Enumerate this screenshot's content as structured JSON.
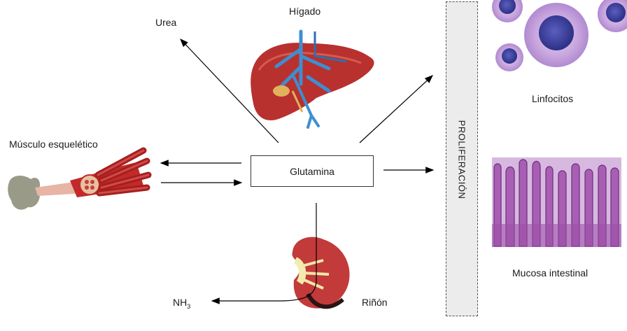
{
  "labels": {
    "higado": "Hígado",
    "urea": "Urea",
    "linfocitos": "Linfocitos",
    "musculo": "Músculo esquelético",
    "glutamina": "Glutamina",
    "proliferacion": "PROLIFERACIÓN",
    "nh": "NH",
    "nh_sub": "3",
    "mucosa": "Mucosa intestinal",
    "rinon": "Riñón"
  },
  "colors": {
    "arrow": "#000000",
    "liver": "#b8312f",
    "vessel_blue": "#3d8fd1",
    "muscle": "#c22a2a",
    "bone": "#9a9a88",
    "kidney": "#c23a3a",
    "lymph_outer": "#c8a8e0",
    "lymph_nucleus": "#3b3f9c",
    "mucosa": "#a85fb3"
  }
}
